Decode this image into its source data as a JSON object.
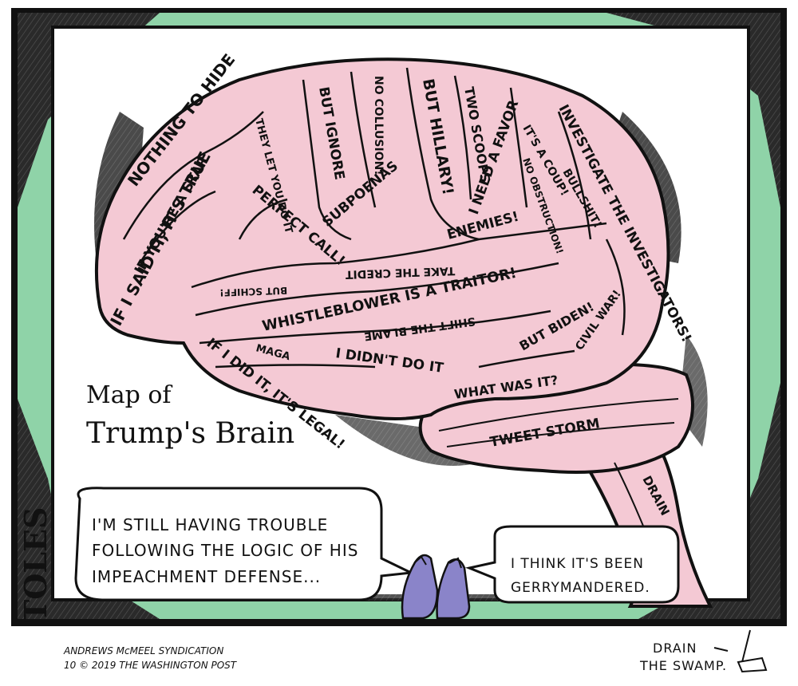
{
  "colors": {
    "frame_green": "#8fd3a8",
    "brain_pink": "#f4c9d4",
    "ink": "#111111",
    "panel_white": "#ffffff",
    "figure_purple": "#8a84c9"
  },
  "title": {
    "line1": "Map of",
    "line2": "Trump's Brain"
  },
  "brain_labels": {
    "nothing_to_hide": "NOTHING TO HIDE",
    "if_youre_a_star": "IF YOU'RE A STAR",
    "they_let_you": "THEY LET YOU DO IT",
    "but_ignore": "BUT IGNORE",
    "no_collusion": "NO COLLUSION!",
    "subpoenas": "SUBPOENAS",
    "but_hillary": "BUT HILLARY!",
    "two_scoops": "TWO SCOOPS",
    "i_need_a_favor": "I NEED A FAVOR",
    "its_a_coup": "IT'S A COUP!",
    "investigate": "INVESTIGATE THE INVESTIGATORS!",
    "if_i_said_it": "IF I SAID IT, IT'S TRUE",
    "perfect_call": "PERFECT CALL!",
    "enemies": "ENEMIES!",
    "no_obstruction": "NO OBSTRUCTION!",
    "bullshit": "BULLSHIT!",
    "take_the_credit": "TAKE THE CREDIT",
    "but_schiff": "BUT SCHIFF!",
    "whistleblower": "WHISTLEBLOWER IS A TRAITOR!",
    "shift_the_blame": "SHIFT THE BLAME",
    "but_biden": "BUT BIDEN!",
    "civil_war": "CIVIL WAR!",
    "maga": "MAGA",
    "i_didnt_do_it": "I DIDN'T DO IT",
    "if_i_did_it": "IF I DID IT, IT'S LEGAL!",
    "what_was_it": "WHAT WAS IT?",
    "tweet_storm": "TWEET STORM",
    "drain": "DRAIN"
  },
  "bubbles": {
    "left": {
      "line1": "I'M STILL HAVING TROUBLE",
      "line2": "FOLLOWING THE LOGIC OF HIS",
      "line3": "IMPEACHMENT DEFENSE..."
    },
    "right": {
      "line1": "I THINK IT'S BEEN",
      "line2": "GERRYMANDERED."
    }
  },
  "signature": "TOLES",
  "credits": {
    "line1": "ANDREWS McMEEL SYNDICATION",
    "line2": "10 © 2019 THE WASHINGTON POST"
  },
  "footer_note": {
    "line1": "DRAIN",
    "line2": "THE SWAMP."
  }
}
